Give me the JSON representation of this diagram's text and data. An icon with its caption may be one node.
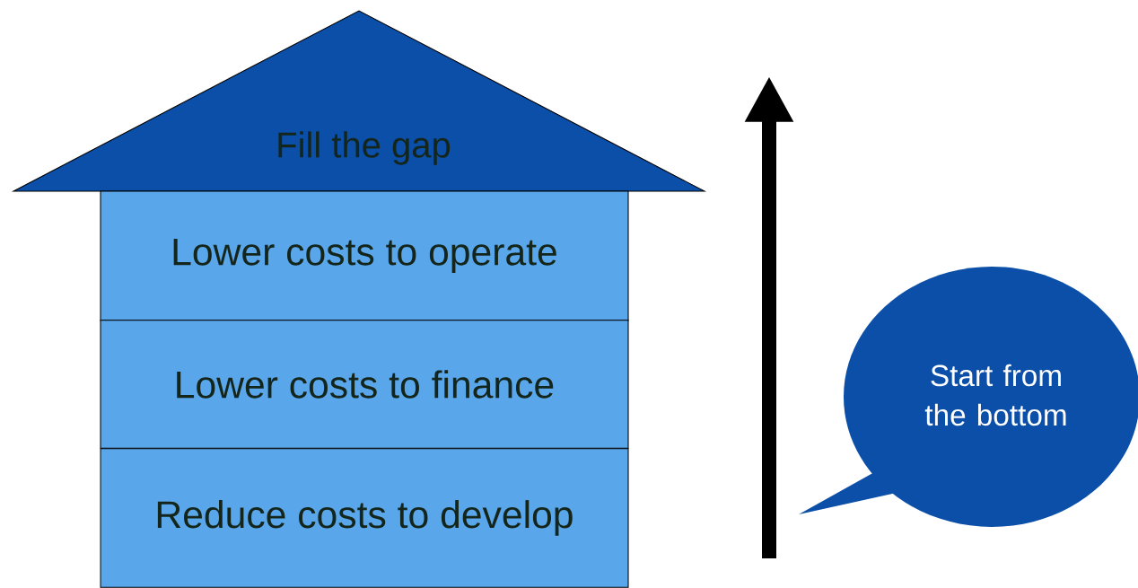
{
  "diagram": {
    "nodes": [
      {
        "text": [
          "Fill the gap"
        ]
      },
      {
        "text": [
          "Lower costs to operate"
        ]
      },
      {
        "text": [
          "Lower costs to finance"
        ]
      },
      {
        "text": [
          "Reduce costs to develop"
        ]
      },
      {
        "text": [
          "Start from the bottom"
        ]
      }
    ]
  }
}
